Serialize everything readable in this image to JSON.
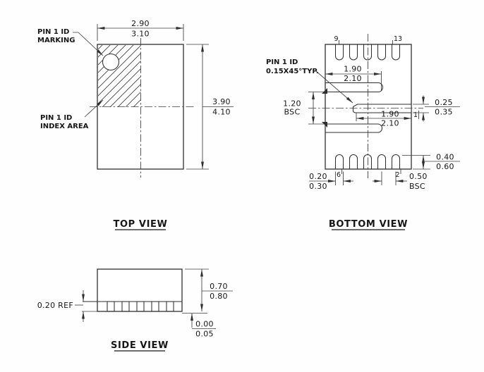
{
  "views": {
    "top": {
      "title": "TOP VIEW",
      "pin1_marking_label": [
        "PIN 1 ID",
        "MARKING"
      ],
      "pin1_index_label": [
        "PIN 1 ID",
        "INDEX AREA"
      ],
      "dim_body_width": {
        "upper": "2.90",
        "lower": "3.10"
      },
      "dim_body_height": {
        "upper": "3.90",
        "lower": "4.10"
      }
    },
    "bottom": {
      "title": "BOTTOM VIEW",
      "pin1_chamfer_label": [
        "PIN 1 ID",
        "0.15X45°TYP."
      ],
      "pin_numbers": {
        "top_left": "9",
        "top_right": "13",
        "right_middle": "1",
        "bottom_right": "2",
        "bottom_left": "6"
      },
      "dim_top_slot": {
        "upper": "1.90",
        "lower": "2.10"
      },
      "dim_pin1_length": {
        "upper": "1.90",
        "lower": "2.10"
      },
      "dim_row_spacing": {
        "value": "1.20",
        "qualifier": "BSC"
      },
      "dim_pin1_width": {
        "upper": "0.25",
        "lower": "0.35"
      },
      "dim_pad_length": {
        "upper": "0.40",
        "lower": "0.60"
      },
      "dim_pad_width": {
        "upper": "0.20",
        "lower": "0.30"
      },
      "dim_pad_pitch": {
        "value": "0.50",
        "qualifier": "BSC"
      }
    },
    "side": {
      "title": "SIDE VIEW",
      "dim_lead_thickness": "0.20 REF",
      "dim_body_height": {
        "upper": "0.70",
        "lower": "0.80"
      },
      "dim_standoff": {
        "upper": "0.00",
        "lower": "0.05"
      }
    }
  }
}
